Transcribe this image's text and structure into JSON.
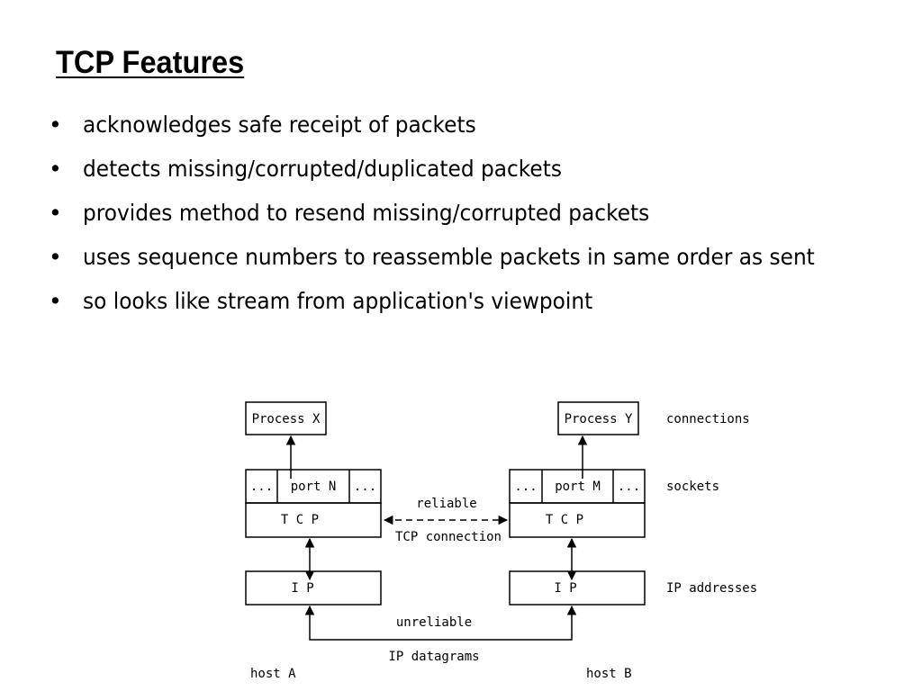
{
  "slide": {
    "title": "TCP Features",
    "bullets": [
      "acknowledges safe receipt of packets",
      "detects missing/corrupted/duplicated packets",
      "provides method to resend missing/corrupted packets",
      "uses sequence numbers to reassemble packets in same order as sent",
      "so looks like stream from application's viewpoint"
    ]
  },
  "diagram": {
    "host_a": {
      "label": "host A",
      "process": "Process X",
      "port": "port N",
      "ellipsis": "...",
      "tcp": "T C P",
      "ip": "I P"
    },
    "host_b": {
      "label": "host B",
      "process": "Process Y",
      "port": "port M",
      "ellipsis": "...",
      "tcp": "T C P",
      "ip": "I P"
    },
    "layer_labels": {
      "connections": "connections",
      "sockets": "sockets",
      "ip_addresses": "IP addresses"
    },
    "links": {
      "reliable": "reliable",
      "tcp_connection": "TCP connection",
      "unreliable": "unreliable",
      "ip_datagrams": "IP datagrams"
    }
  }
}
